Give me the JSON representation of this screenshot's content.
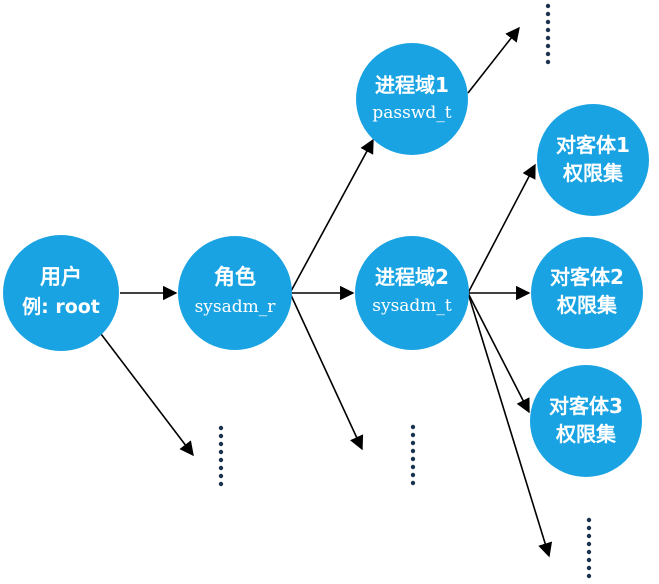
{
  "nodes": {
    "user": {
      "line1": "用户",
      "line2": "例: root"
    },
    "role": {
      "line1": "角色",
      "line2": "sysadm_r"
    },
    "domain1": {
      "line1": "进程域1",
      "line2": "passwd_t"
    },
    "domain2": {
      "line1": "进程域2",
      "line2": "sysadm_t"
    },
    "object1": {
      "line1": "对客体1",
      "line2": "权限集"
    },
    "object2": {
      "line1": "对客体2",
      "line2": "权限集"
    },
    "object3": {
      "line1": "对客体3",
      "line2": "权限集"
    }
  },
  "colors": {
    "node": "#1aa3e3",
    "node_text": "#ffffff",
    "edge": "#000000",
    "ellipsis": "#1b3150"
  }
}
